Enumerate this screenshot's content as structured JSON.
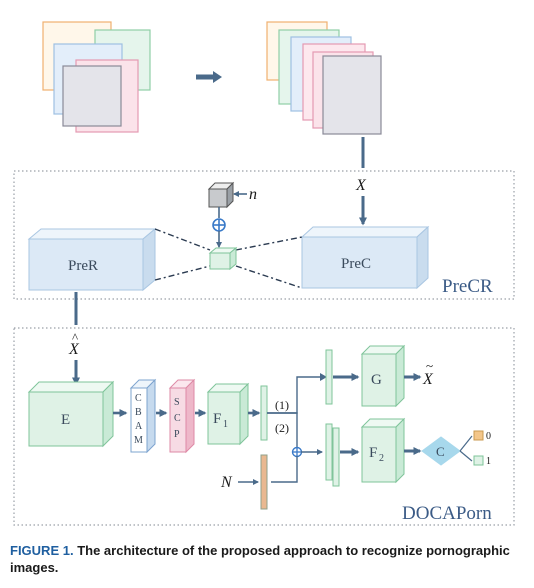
{
  "modules": {
    "precr": "PreCR",
    "docaporn": "DOCAPorn",
    "prer": "PreR",
    "prec": "PreC",
    "encoder": "E",
    "cbam": [
      "C",
      "B",
      "A",
      "M"
    ],
    "scp": [
      "S",
      "C",
      "P"
    ],
    "f1_main": "F",
    "f1_sub": "1",
    "f2_main": "F",
    "f2_sub": "2",
    "generator": "G",
    "classifier": "C"
  },
  "symbols": {
    "x": "X",
    "x_hat": "X",
    "x_hat_accent": "^",
    "x_tilde": "X",
    "x_tilde_accent": "~",
    "noise_n": "n",
    "noise_N": "N",
    "plus": "⊕",
    "branch1": "(1)",
    "branch2": "(2)",
    "out0": "0",
    "out1": "1"
  },
  "caption": {
    "lead": "FIGURE 1.",
    "text": "The architecture of the proposed approach to recognize pornographic images."
  },
  "colors": {
    "arrow": "#4a6a8a",
    "green_fill": "#dff2e6",
    "green_stroke": "#7fc49a",
    "blue_fill": "#dde9f5",
    "blue_stroke": "#8fb3d6",
    "pink_fill": "#f7dbe4",
    "pink_stroke": "#de8aa6",
    "gray_fill": "#e6e6ec",
    "orange_stroke": "#f0b070",
    "diamond": "#a7d8ec",
    "caption_accent": "#1f5fa0"
  }
}
